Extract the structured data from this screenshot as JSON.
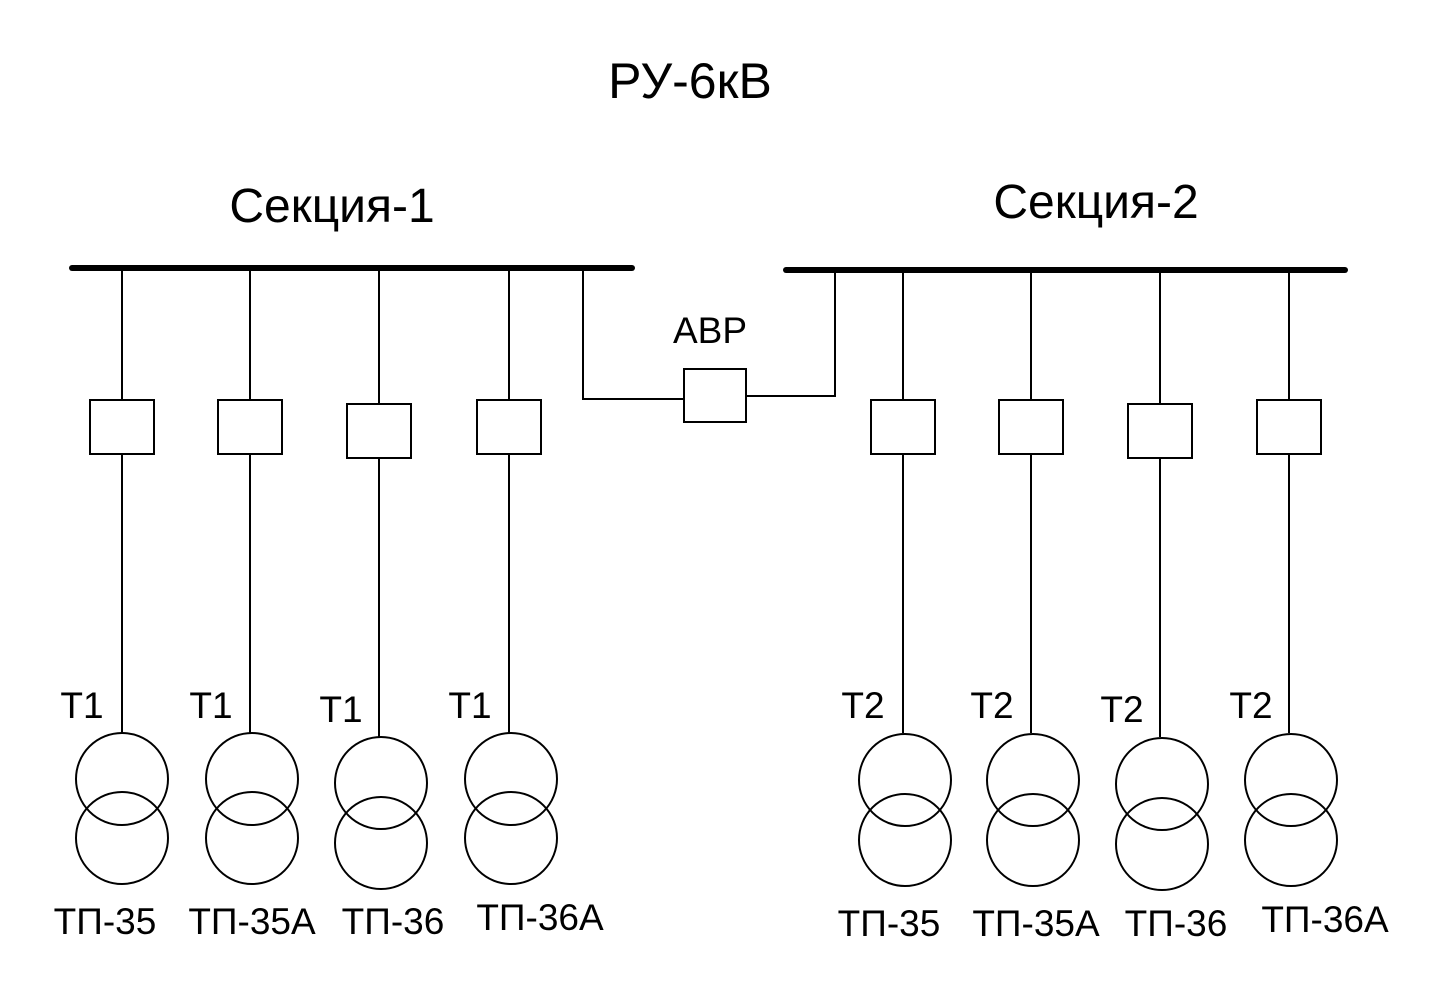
{
  "title": "РУ-6кВ",
  "sections": [
    {
      "name": "Секция-1",
      "feeders": [
        {
          "transformer": "Т1",
          "substation": "ТП-35"
        },
        {
          "transformer": "Т1",
          "substation": "ТП-35А"
        },
        {
          "transformer": "Т1",
          "substation": "ТП-36"
        },
        {
          "transformer": "Т1",
          "substation": "ТП-36А"
        }
      ]
    },
    {
      "name": "Секция-2",
      "feeders": [
        {
          "transformer": "Т2",
          "substation": "ТП-35"
        },
        {
          "transformer": "Т2",
          "substation": "ТП-35А"
        },
        {
          "transformer": "Т2",
          "substation": "ТП-36"
        },
        {
          "transformer": "Т2",
          "substation": "ТП-36А"
        }
      ]
    }
  ],
  "tie": {
    "label": "АВР"
  }
}
